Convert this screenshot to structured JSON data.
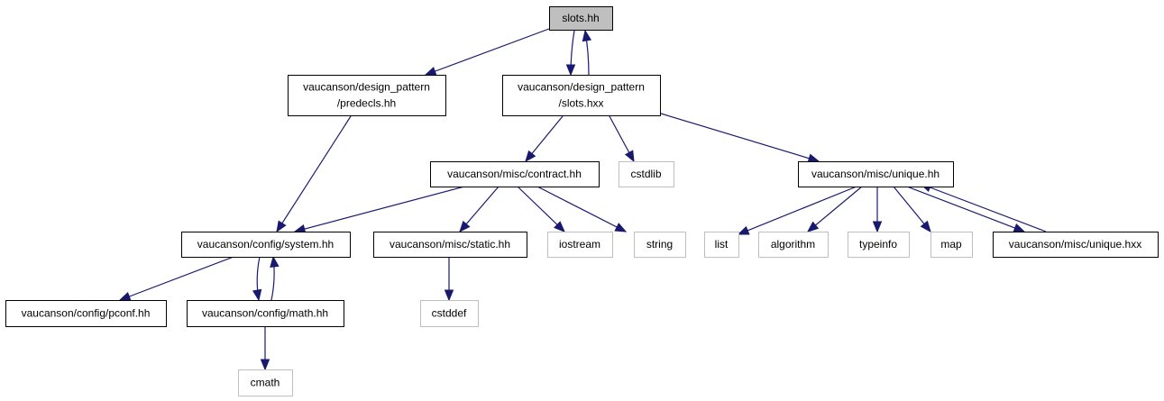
{
  "colors": {
    "edge": "#191970",
    "root_fill": "#bfbfbf",
    "internal_border": "#000000",
    "external_border": "#bfbfbf"
  },
  "nodes": {
    "slots_hh": {
      "lines": [
        "slots.hh"
      ],
      "kind": "root"
    },
    "predecls_hh": {
      "lines": [
        "vaucanson/design_pattern",
        "/predecls.hh"
      ],
      "kind": "internal"
    },
    "slots_hxx": {
      "lines": [
        "vaucanson/design_pattern",
        "/slots.hxx"
      ],
      "kind": "internal"
    },
    "contract_hh": {
      "lines": [
        "vaucanson/misc/contract.hh"
      ],
      "kind": "internal"
    },
    "cstdlib": {
      "lines": [
        "cstdlib"
      ],
      "kind": "external"
    },
    "unique_hh": {
      "lines": [
        "vaucanson/misc/unique.hh"
      ],
      "kind": "internal"
    },
    "system_hh": {
      "lines": [
        "vaucanson/config/system.hh"
      ],
      "kind": "internal"
    },
    "static_hh": {
      "lines": [
        "vaucanson/misc/static.hh"
      ],
      "kind": "internal"
    },
    "iostream": {
      "lines": [
        "iostream"
      ],
      "kind": "external"
    },
    "string": {
      "lines": [
        "string"
      ],
      "kind": "external"
    },
    "list": {
      "lines": [
        "list"
      ],
      "kind": "external"
    },
    "algorithm": {
      "lines": [
        "algorithm"
      ],
      "kind": "external"
    },
    "typeinfo": {
      "lines": [
        "typeinfo"
      ],
      "kind": "external"
    },
    "map": {
      "lines": [
        "map"
      ],
      "kind": "external"
    },
    "unique_hxx": {
      "lines": [
        "vaucanson/misc/unique.hxx"
      ],
      "kind": "internal"
    },
    "pconf_hh": {
      "lines": [
        "vaucanson/config/pconf.hh"
      ],
      "kind": "internal"
    },
    "math_hh": {
      "lines": [
        "vaucanson/config/math.hh"
      ],
      "kind": "internal"
    },
    "cstddef": {
      "lines": [
        "cstddef"
      ],
      "kind": "external"
    },
    "cmath": {
      "lines": [
        "cmath"
      ],
      "kind": "external"
    }
  },
  "edges": [
    [
      "slots_hh",
      "predecls_hh"
    ],
    [
      "slots_hh",
      "slots_hxx"
    ],
    [
      "slots_hxx",
      "slots_hh"
    ],
    [
      "predecls_hh",
      "system_hh"
    ],
    [
      "slots_hxx",
      "contract_hh"
    ],
    [
      "slots_hxx",
      "cstdlib"
    ],
    [
      "slots_hxx",
      "unique_hh"
    ],
    [
      "contract_hh",
      "system_hh"
    ],
    [
      "contract_hh",
      "static_hh"
    ],
    [
      "contract_hh",
      "iostream"
    ],
    [
      "contract_hh",
      "string"
    ],
    [
      "unique_hh",
      "list"
    ],
    [
      "unique_hh",
      "algorithm"
    ],
    [
      "unique_hh",
      "typeinfo"
    ],
    [
      "unique_hh",
      "map"
    ],
    [
      "unique_hh",
      "unique_hxx"
    ],
    [
      "unique_hxx",
      "unique_hh"
    ],
    [
      "system_hh",
      "pconf_hh"
    ],
    [
      "system_hh",
      "math_hh"
    ],
    [
      "math_hh",
      "system_hh"
    ],
    [
      "static_hh",
      "cstddef"
    ],
    [
      "math_hh",
      "cmath"
    ]
  ]
}
